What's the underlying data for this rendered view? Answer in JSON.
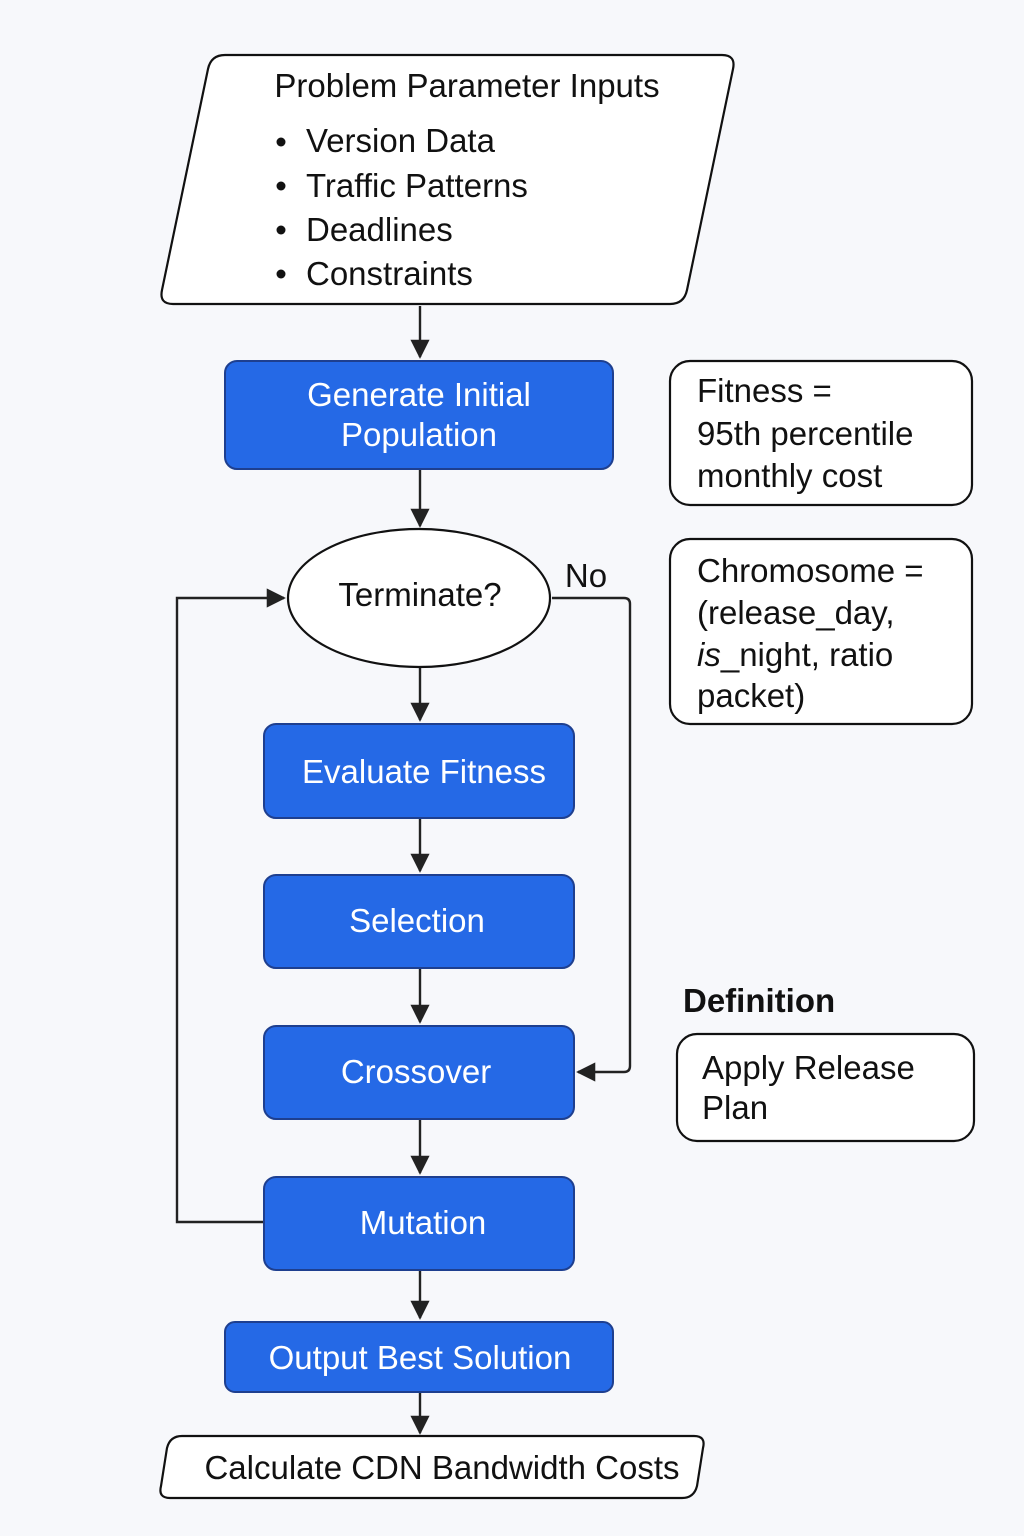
{
  "colors": {
    "process_fill": "#2569e6",
    "background": "#f7f8fb",
    "text_dark": "#111111",
    "text_light": "#ffffff"
  },
  "inputs": {
    "title": "Problem Parameter Inputs",
    "items": [
      "Version Data",
      "Traffic Patterns",
      "Deadlines",
      "Constraints"
    ]
  },
  "steps": {
    "generate": [
      "Generate Initial",
      "Population"
    ],
    "terminate": "Terminate?",
    "no_label": "No",
    "evaluate": "Evaluate Fitness",
    "selection": "Selection",
    "crossover": "Crossover",
    "mutation": "Mutation",
    "output": "Output Best Solution",
    "calculate": "Calculate CDN Bandwidth Costs"
  },
  "notes": {
    "fitness": [
      "Fitness =",
      "95th percentile",
      "monthly cost"
    ],
    "chromosome": {
      "line1": "Chromosome =",
      "line2": "(release_day,",
      "line3_italic": "is",
      "line3_rest": "_night, ratio",
      "line4": "packet)"
    },
    "definition_heading": "Definition",
    "definition": [
      "Apply Release",
      "Plan"
    ]
  }
}
